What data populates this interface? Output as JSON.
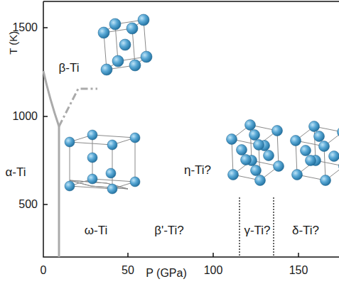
{
  "diagram": {
    "labels": [
      "T (K)",
      "1500",
      "1000",
      "500",
      "0",
      "50",
      "100",
      "150",
      "P (GPa)",
      "β-Ti",
      "α-Ti",
      "ω-Ti",
      "β'-Ti?",
      "η-Ti?",
      "γ-Ti?",
      "δ-Ti?"
    ]
  }
}
